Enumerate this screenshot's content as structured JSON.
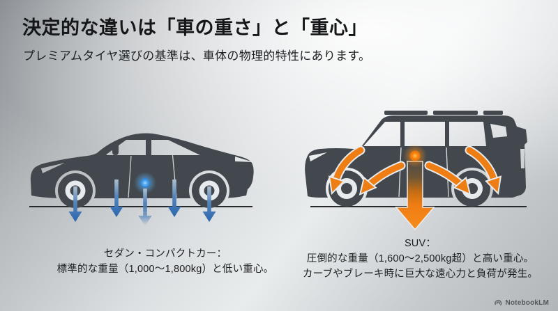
{
  "header": {
    "title": "決定的な違いは「車の重さ」と「重心」",
    "subtitle": "プレミアムタイヤ選びの基準は、車体の物理的特性にあります。"
  },
  "sedan": {
    "caption_line1": "セダン・コンパクトカー：",
    "caption_line2": "標準的な重量（1,000〜1,800kg）と低い重心。",
    "silhouette_color": "#42484d",
    "force_arrow_color": "#3a76b8",
    "center_of_gravity_color": "#4aa4f0"
  },
  "suv": {
    "caption_line1": "SUV：",
    "caption_line2": "圧倒的な重量（1,600〜2,500kg超）と高い重心。",
    "caption_line3": "カーブやブレーキ時に巨大な遠心力と負荷が発生。",
    "silhouette_color": "#42484d",
    "force_arrow_color": "#ee7d14",
    "center_of_gravity_color": "#f6891c"
  },
  "footer": {
    "brand": "NotebookLM"
  }
}
